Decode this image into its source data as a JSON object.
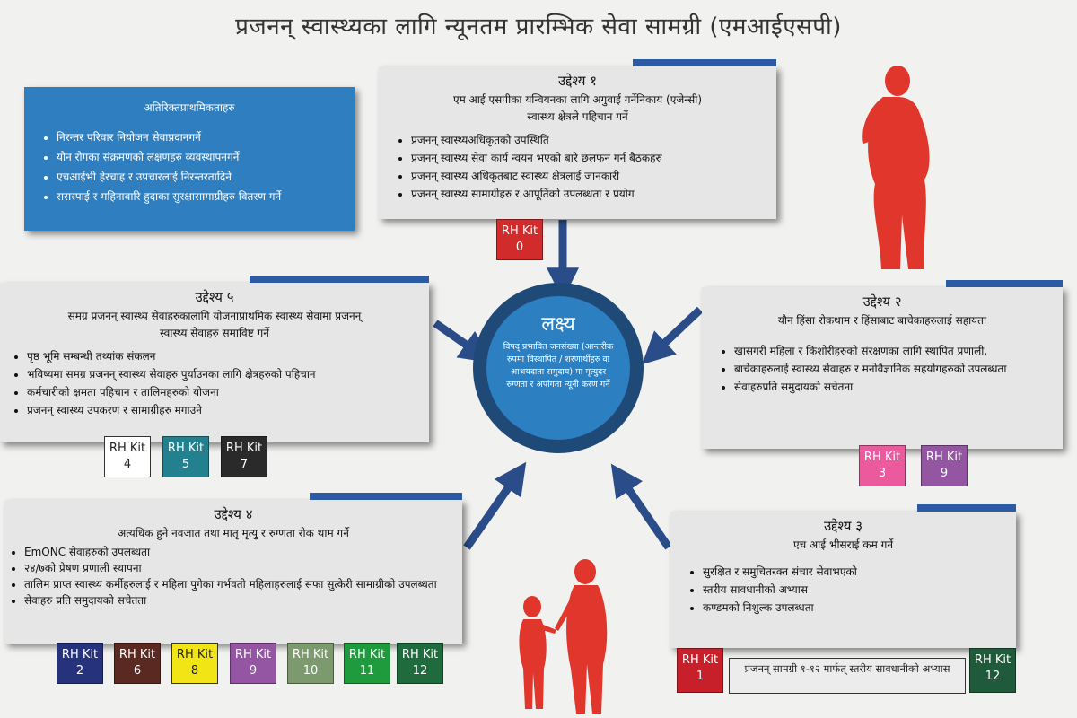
{
  "title": "प्रजनन् स्वास्थ्यका लागि न्यूनतम प्रारम्भिक सेवा सामग्री (एमआईएसपी)",
  "priorities": {
    "heading": "अतिरिक्तप्राथमिकताहरु",
    "items": [
      "निरन्तर परिवार नियोजन सेवाप्रदानगर्ने",
      "यौन रोगका संक्रमणको लक्षणहरु व्यवस्थापनगर्ने",
      "एचआईभी हेरचाह र उपचारलाई निरन्तरतादिने",
      "ससस्पाई र महिनावारि हुदाका सुरक्षासामाग्रीहरु वितरण गर्ने"
    ]
  },
  "objective1": {
    "heading": "उद्देश्य १",
    "subtitle_lines": [
      "एम आई एसपीका यन्वियनका लागि अगुवाई गर्नेनिकाय (एजेन्सी)",
      "स्वास्थ्य क्षेत्रले पहिचान गर्ने"
    ],
    "items": [
      "प्रजनन् स्वास्थ्यअधिकृतको उपस्थिति",
      "प्रजनन् स्वास्थ्य सेवा कार्य न्वयन भएको बारे छलफन गर्न बैठकहरु",
      "प्रजनन् स्वास्थ्य अधिकृतबाट स्वास्थ्य क्षेत्रलाई जानकारी",
      "प्रजनन् स्वास्थ्य सामाग्रीहरु र आपूर्तिको उपलब्धता र प्रयोग"
    ]
  },
  "objective2": {
    "heading": "उद्देश्य २",
    "subtitle_lines": [
      "यौन हिंसा रोकथाम र हिंसाबाट बाचेकाहरुलाई सहायता"
    ],
    "items": [
      "खासगरी महिला र किशोरीहरुको संरक्षणका लागि स्थापित प्रणाली,",
      "बाचेकाहरुलाई स्वास्थ्य सेवाहरु र मनोवैज्ञानिक सहयोगहरुको उपलब्धता",
      "सेवाहरुप्रति समुदायको सचेतना"
    ]
  },
  "objective3": {
    "heading": "उद्देश्य ३",
    "subtitle_lines": [
      "एच आई भीसराई कम गर्ने"
    ],
    "items": [
      "सुरक्षित र समुचितरक्त संचार सेवाभएको",
      "स्तरीय सावधानीको अभ्यास",
      "कण्डमको निशुल्क उपलब्धता"
    ]
  },
  "objective4": {
    "heading": "उद्देश्य ४",
    "subtitle_lines": [
      "अत्यधिक हुने नवजात तथा मातृ मृत्यु र रुग्णता रोक थाम गर्ने"
    ],
    "items": [
      "EmONC सेवाहरुको उपलब्धता",
      "२४/७को प्रेषण प्रणाली स्थापना",
      "तालिम प्राप्त स्वास्थ्य कर्मीहरुलाई र महिला पुगेका गर्भवती महिलाहरुलाई सफा सुत्केरी सामाग्रीको उपलब्धता",
      "सेवाहरु प्रति समुदायको सचेतता"
    ]
  },
  "objective5": {
    "heading": "उद्देश्य ५",
    "subtitle_lines": [
      "समग्र प्रजनन् स्वास्थ्य सेवाहरुकालागि योजनाप्राथमिक स्वास्थ्य सेवामा प्रजनन्",
      "स्वास्थ्य सेवाहरु समाविष्ट गर्ने"
    ],
    "items": [
      "पृष्ठ भूमि सम्बन्धी तथ्यांक संकलन",
      "भविष्यमा समग्र प्रजनन् स्वास्थ्य सेवाहरु पुर्याउनका लागि क्षेत्रहरुको पहिचान",
      "कर्मचारीको क्षमता पहिचान र तालिमहरुको योजना",
      "प्रजनन् स्वास्थ्य उपकरण र सामाग्रीहरु मगाउने"
    ]
  },
  "goal": {
    "heading": "लक्ष्य",
    "text": "विपद् प्रभावित जनसंख्या (आन्तरीक रुपमा विस्थापित / शरणार्थीहरु वा आश्रयदाता समुदाय) मा मृत्युदर रुग्णता र अपांगता न्यूनी करण गर्ने"
  },
  "kits": {
    "label": "RH Kit",
    "k0": {
      "num": "0",
      "color": "#d22b2b"
    },
    "k1": {
      "num": "1",
      "color": "#c8202a"
    },
    "k2": {
      "num": "2",
      "color": "#27327d"
    },
    "k3": {
      "num": "3",
      "color": "#ea5a9d"
    },
    "k4": {
      "num": "4",
      "color": "#ffffff"
    },
    "k5": {
      "num": "5",
      "color": "#22808f"
    },
    "k6": {
      "num": "6",
      "color": "#5a2a22"
    },
    "k7": {
      "num": "7",
      "color": "#2a2a2a"
    },
    "k8": {
      "num": "8",
      "color": "#f2e515"
    },
    "k9a": {
      "num": "9",
      "color": "#9456a3"
    },
    "k9b": {
      "num": "9",
      "color": "#9456a3"
    },
    "k10": {
      "num": "10",
      "color": "#7d9a6f"
    },
    "k11": {
      "num": "11",
      "color": "#1f9a3c"
    },
    "k12a": {
      "num": "12",
      "color": "#1f6b3e"
    },
    "k12b": {
      "num": "12",
      "color": "#1f5a3a"
    }
  },
  "note": "प्रजनन् सामग्री १-१२ मार्फत् स्तरीय सावधानीको अभ्यास",
  "colors": {
    "stripe": "#2d5aa5",
    "arrow": "#2a4c88",
    "figure": "#e0362b",
    "goal_outer": "#1f4a78",
    "goal_inner": "#2c7fc1"
  }
}
